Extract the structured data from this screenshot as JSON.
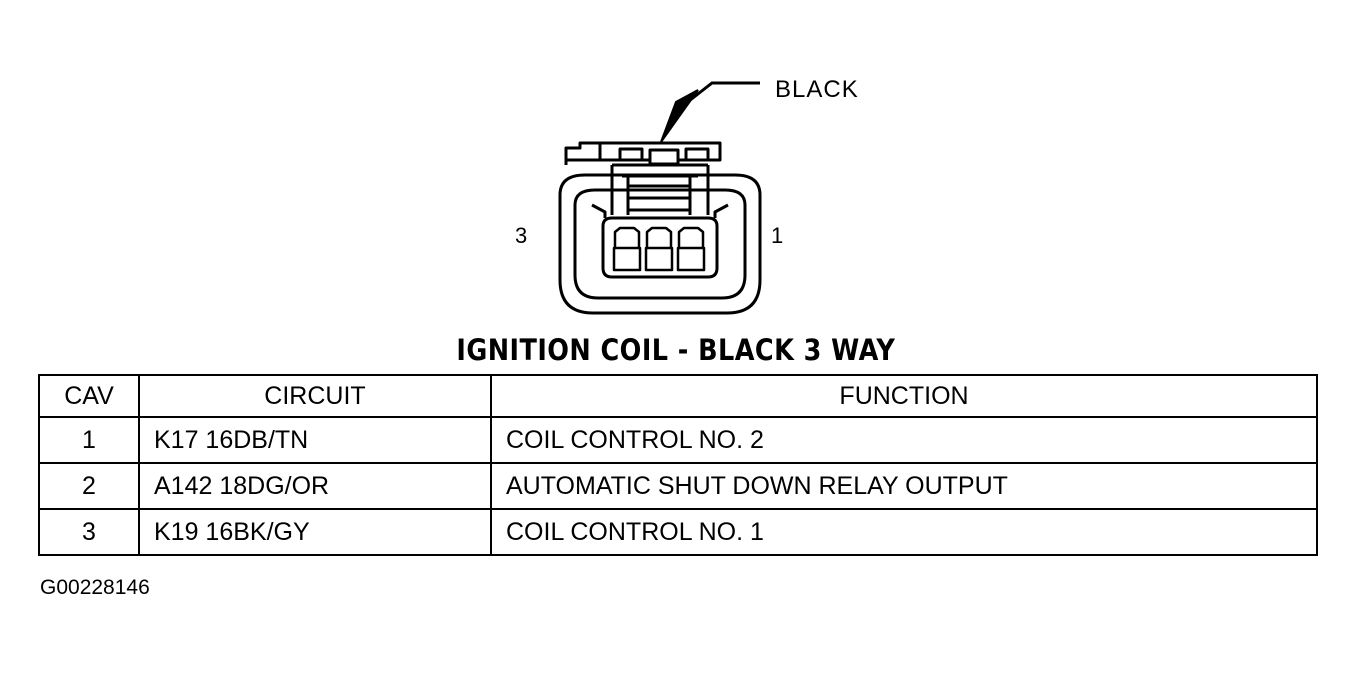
{
  "diagram": {
    "callout_label": "BLACK",
    "left_pin_label": "3",
    "right_pin_label": "1"
  },
  "title": "IGNITION COIL - BLACK 3 WAY",
  "table": {
    "headers": [
      "CAV",
      "CIRCUIT",
      "FUNCTION"
    ],
    "rows": [
      {
        "cav": "1",
        "circuit": "K17 16DB/TN",
        "function": "COIL CONTROL NO. 2"
      },
      {
        "cav": "2",
        "circuit": "A142 18DG/OR",
        "function": "AUTOMATIC SHUT DOWN RELAY OUTPUT"
      },
      {
        "cav": "3",
        "circuit": "K19 16BK/GY",
        "function": "COIL CONTROL NO. 1"
      }
    ]
  },
  "figure_id": "G00228146"
}
